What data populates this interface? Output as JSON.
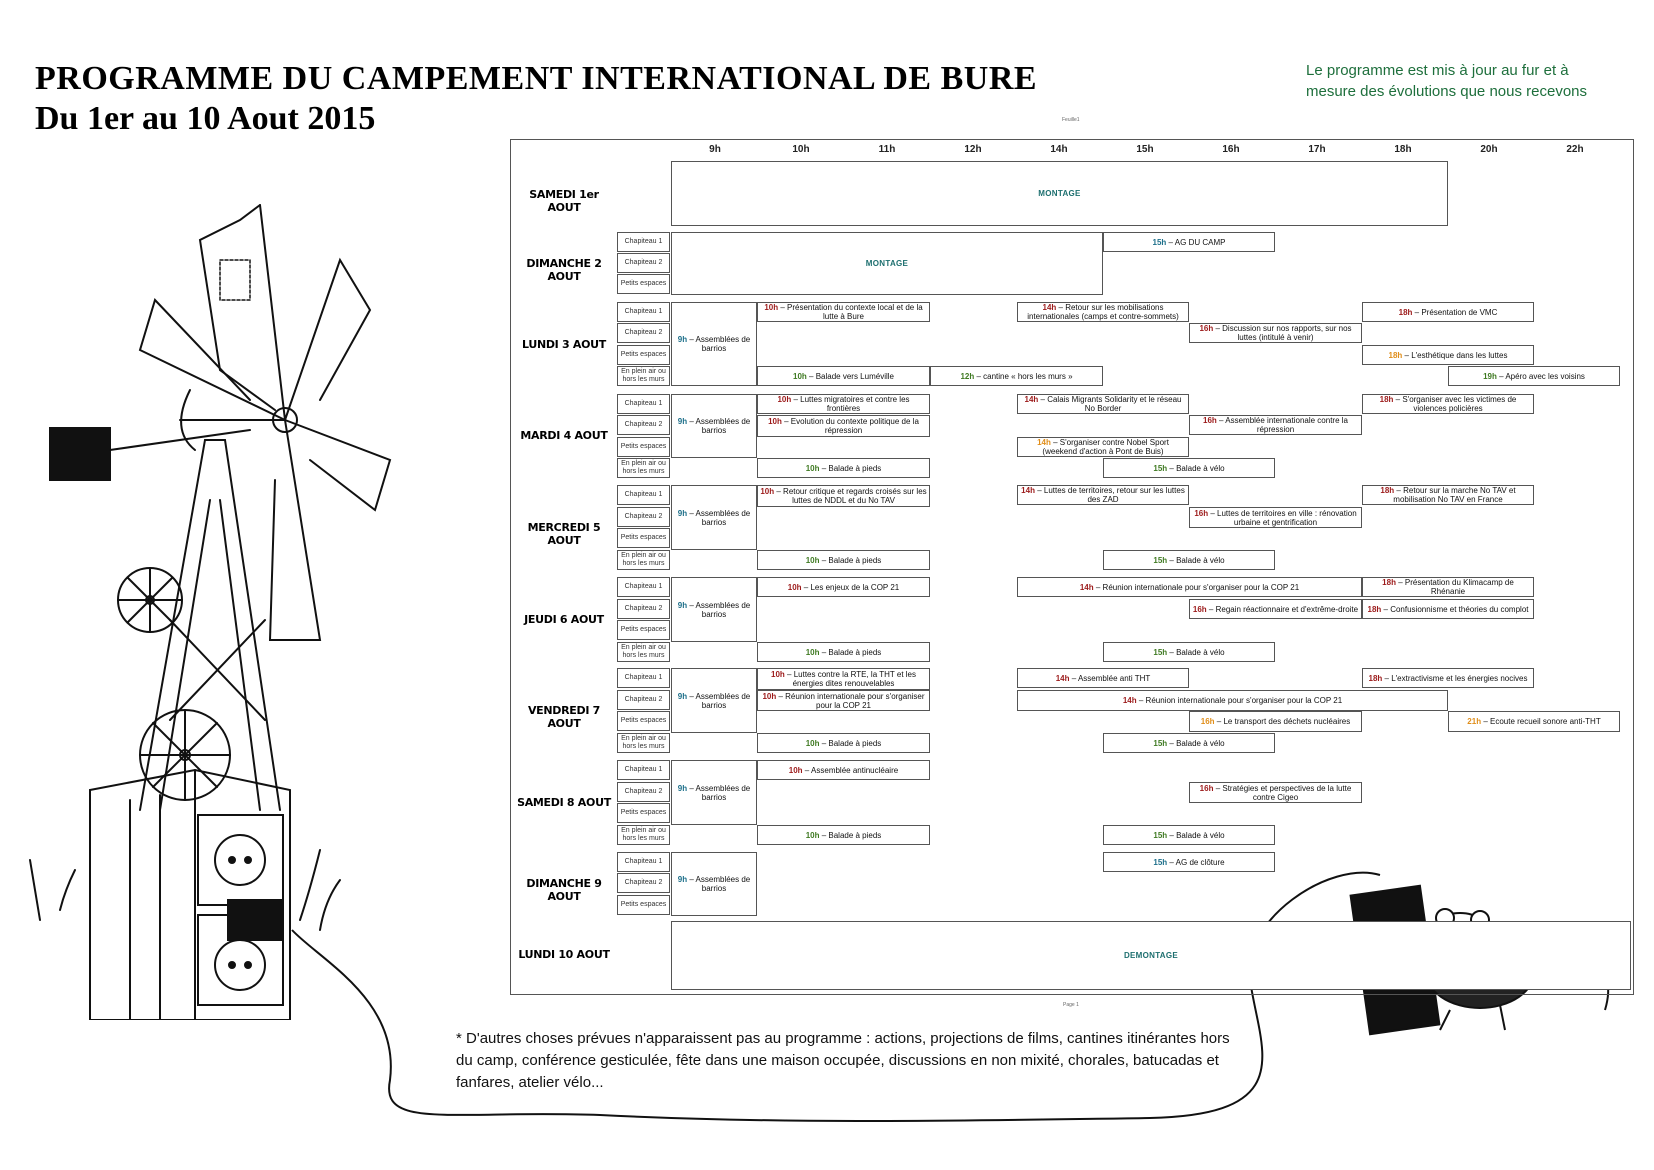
{
  "title_line1": "PROGRAMME DU CAMPEMENT INTERNATIONAL DE BURE",
  "title_line2": "Du 1er au 10 Aout 2015",
  "update_note": "Le programme est mis à jour au fur et à mesure des évolutions que nous recevons",
  "tiny_top": "Feuille1",
  "tiny_bottom": "Page 1",
  "hours": [
    "9h",
    "10h",
    "11h",
    "12h",
    "14h",
    "15h",
    "16h",
    "17h",
    "18h",
    "20h",
    "22h"
  ],
  "days": [
    "SAMEDI 1er AOUT",
    "DIMANCHE 2 AOUT",
    "LUNDI 3 AOUT",
    "MARDI 4 AOUT",
    "MERCREDI 5 AOUT",
    "JEUDI 6 AOUT",
    "VENDREDI 7 AOUT",
    "SAMEDI 8 AOUT",
    "DIMANCHE 9 AOUT",
    "LUNDI 10 AOUT"
  ],
  "spaces": {
    "chapiteau1": "Chapiteau 1",
    "chapiteau2": "Chapiteau 2",
    "petits": "Petits espaces",
    "plein_air": "En plein air ou hors les murs"
  },
  "blocks": {
    "montage": "MONTAGE",
    "demontage": "DEMONTAGE"
  },
  "events": [
    {
      "t": "15h",
      "c": "b",
      "x": " – AG DU CAMP"
    },
    {
      "t": "9h",
      "c": "b",
      "x": " – Assemblées de barrios"
    },
    {
      "t": "10h",
      "c": "r",
      "x": " – Présentation du contexte local et de la lutte à Bure"
    },
    {
      "t": "14h",
      "c": "r",
      "x": " – Retour sur les mobilisations internationales (camps et contre-sommets)"
    },
    {
      "t": "18h",
      "c": "r",
      "x": " – Présentation de VMC"
    },
    {
      "t": "16h",
      "c": "r",
      "x": " – Discussion sur nos rapports, sur nos luttes (intitulé à venir)"
    },
    {
      "t": "18h",
      "c": "o",
      "x": " – L'esthétique dans les luttes"
    },
    {
      "t": "10h",
      "c": "g",
      "x": " – Balade vers Luméville"
    },
    {
      "t": "12h",
      "c": "g",
      "x": " – cantine « hors les murs »"
    },
    {
      "t": "19h",
      "c": "g",
      "x": " – Apéro avec les voisins"
    },
    {
      "t": "9h",
      "c": "b",
      "x": " – Assemblées de barrios"
    },
    {
      "t": "10h",
      "c": "r",
      "x": " – Luttes migratoires et contre les frontières"
    },
    {
      "t": "14h",
      "c": "r",
      "x": " – Calais Migrants Solidarity et le réseau No Border"
    },
    {
      "t": "18h",
      "c": "r",
      "x": " – S'organiser avec les victimes de violences policières"
    },
    {
      "t": "10h",
      "c": "r",
      "x": " – Evolution du contexte politique de la répression"
    },
    {
      "t": "16h",
      "c": "r",
      "x": " – Assemblée internationale contre la répression"
    },
    {
      "t": "14h",
      "c": "o",
      "x": " – S'organiser contre Nobel Sport (weekend d'action à Pont de Buis)"
    },
    {
      "t": "10h",
      "c": "g",
      "x": " – Balade à pieds"
    },
    {
      "t": "15h",
      "c": "g",
      "x": " – Balade à vélo"
    },
    {
      "t": "9h",
      "c": "b",
      "x": " – Assemblées de barrios"
    },
    {
      "t": "10h",
      "c": "r",
      "x": " – Retour critique et regards croisés sur les luttes de NDDL et du No TAV"
    },
    {
      "t": "14h",
      "c": "r",
      "x": " – Luttes de territoires, retour sur les luttes des ZAD"
    },
    {
      "t": "18h",
      "c": "r",
      "x": " – Retour sur la marche No TAV et mobilisation No TAV en France"
    },
    {
      "t": "16h",
      "c": "r",
      "x": " – Luttes de territoires en ville : rénovation urbaine et gentrification"
    },
    {
      "t": "10h",
      "c": "g",
      "x": " – Balade à pieds"
    },
    {
      "t": "15h",
      "c": "g",
      "x": " – Balade à vélo"
    },
    {
      "t": "9h",
      "c": "b",
      "x": " – Assemblées de barrios"
    },
    {
      "t": "10h",
      "c": "r",
      "x": " – Les enjeux de la COP 21"
    },
    {
      "t": "14h",
      "c": "r",
      "x": " – Réunion internationale pour s'organiser pour la COP 21"
    },
    {
      "t": "18h",
      "c": "r",
      "x": " – Présentation du Klimacamp de Rhénanie"
    },
    {
      "t": "16h",
      "c": "r",
      "x": " – Regain réactionnaire et d'extrême-droite"
    },
    {
      "t": "18h",
      "c": "r",
      "x": " – Confusionnisme et théories du complot"
    },
    {
      "t": "10h",
      "c": "g",
      "x": " – Balade à pieds"
    },
    {
      "t": "15h",
      "c": "g",
      "x": " – Balade à vélo"
    },
    {
      "t": "9h",
      "c": "b",
      "x": " – Assemblées de barrios"
    },
    {
      "t": "10h",
      "c": "r",
      "x": " – Luttes contre la RTE, la THT et les énergies dites renouvelables"
    },
    {
      "t": "14h",
      "c": "r",
      "x": " – Assemblée anti THT"
    },
    {
      "t": "18h",
      "c": "r",
      "x": " – L'extractivisme et les énergies nocives"
    },
    {
      "t": "10h",
      "c": "r",
      "x": " – Réunion internationale pour s'organiser pour la COP 21"
    },
    {
      "t": "14h",
      "c": "r",
      "x": " – Réunion internationale pour s'organiser pour la COP 21"
    },
    {
      "t": "16h",
      "c": "o",
      "x": " – Le transport des déchets nucléaires"
    },
    {
      "t": "21h",
      "c": "o",
      "x": " – Ecoute recueil sonore anti-THT"
    },
    {
      "t": "10h",
      "c": "g",
      "x": " – Balade à pieds"
    },
    {
      "t": "15h",
      "c": "g",
      "x": " – Balade à vélo"
    },
    {
      "t": "9h",
      "c": "b",
      "x": " – Assemblées de barrios"
    },
    {
      "t": "10h",
      "c": "r",
      "x": " – Assemblée antinucléaire"
    },
    {
      "t": "16h",
      "c": "r",
      "x": " – Stratégies et perspectives de la lutte contre Cigeo"
    },
    {
      "t": "10h",
      "c": "g",
      "x": " – Balade à pieds"
    },
    {
      "t": "15h",
      "c": "g",
      "x": " – Balade à vélo"
    },
    {
      "t": "15h",
      "c": "b",
      "x": " – AG de clôture"
    },
    {
      "t": "9h",
      "c": "b",
      "x": " – Assemblées de barrios"
    }
  ],
  "footnote": " * D'autres choses prévues n'apparaissent pas au programme : actions, projections de films, cantines itinérantes hors du camp, conférence gesticulée, fête dans une maison occupée, discussions en non mixité, chorales, batucadas et fanfares, atelier vélo..."
}
